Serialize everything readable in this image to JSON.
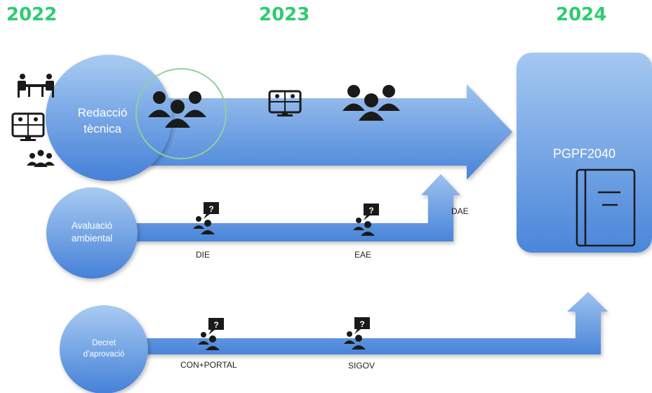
{
  "years": [
    "2022",
    "2023",
    "2024"
  ],
  "stages": {
    "drafting": "Redacció\ntècnica",
    "environmental": "Avaluació\nambiental",
    "approval": "Decret\nd’aprovació"
  },
  "target": {
    "label": "PGPF2040"
  },
  "milestones": {
    "die": "DIE",
    "eae": "EAE",
    "dae": "DAE",
    "con_portal": "CON+PORTAL",
    "sigov": "SIGOV"
  },
  "colors": {
    "year_green": "#2ecc71",
    "blue_light": "#9fc3ee",
    "blue_dark": "#3f7fd6",
    "highlight_ring": "#8fd19e"
  },
  "icons": [
    "meeting-table-icon",
    "video-conference-icon",
    "group-icon",
    "question-person-icon",
    "book-icon"
  ]
}
